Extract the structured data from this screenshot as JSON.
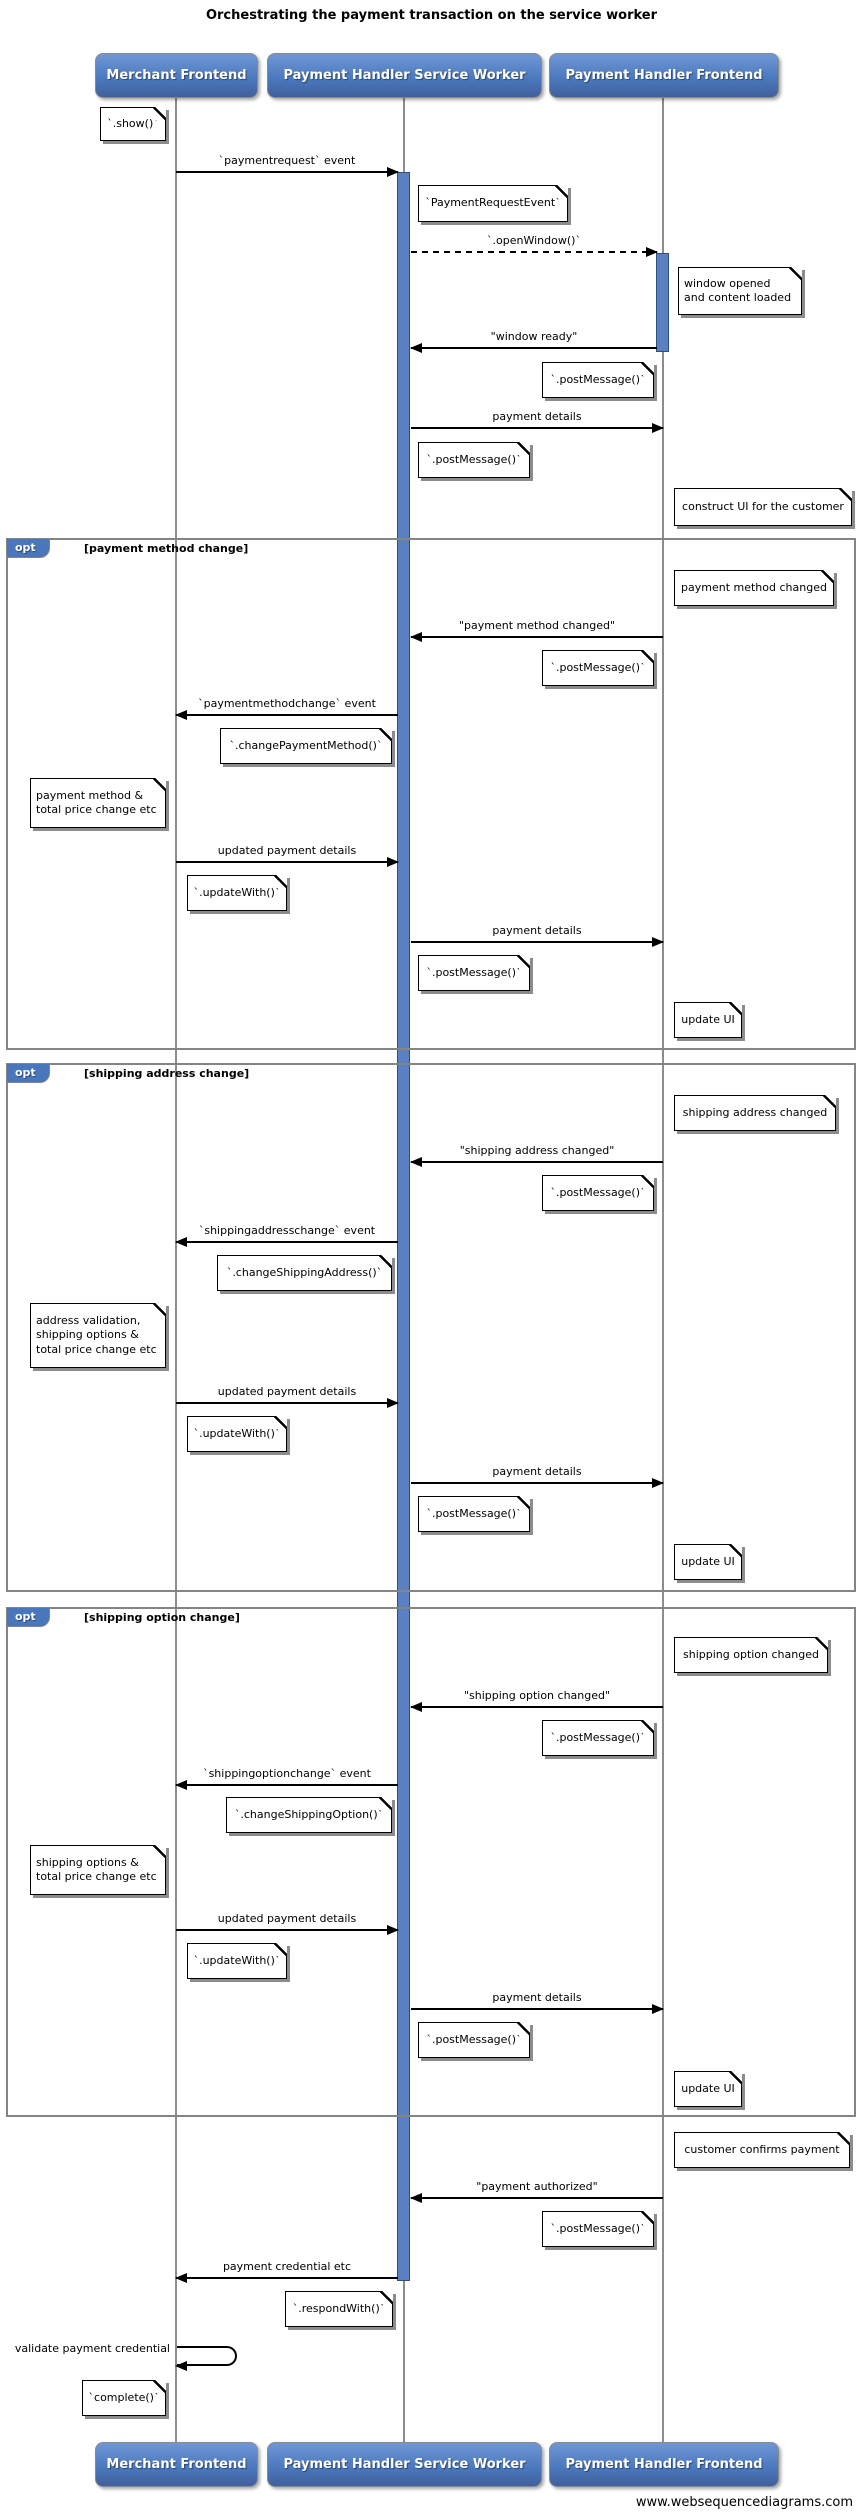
{
  "title": "Orchestrating the payment transaction on the service worker",
  "watermark": "www.websequencediagrams.com",
  "participants": {
    "merchant": "Merchant Frontend",
    "worker": "Payment Handler Service Worker",
    "frontend": "Payment Handler Frontend"
  },
  "fragments": {
    "opt1": {
      "keyword": "opt",
      "condition": "[payment method change]"
    },
    "opt2": {
      "keyword": "opt",
      "condition": "[shipping address change]"
    },
    "opt3": {
      "keyword": "opt",
      "condition": "[shipping option change]"
    }
  },
  "messages": {
    "paymentrequest_event": "`paymentrequest` event",
    "open_window": "`.openWindow()`",
    "window_ready": "\"window ready\"",
    "payment_details": "payment details",
    "payment_method_changed": "\"payment method changed\"",
    "paymentmethodchange_event": "`paymentmethodchange` event",
    "updated_payment_details": "updated payment details",
    "shipping_address_changed": "\"shipping address changed\"",
    "shippingaddresschange_event": "`shippingaddresschange` event",
    "shipping_option_changed": "\"shipping option changed\"",
    "shippingoptionchange_event": "`shippingoptionchange` event",
    "payment_authorized": "\"payment authorized\"",
    "payment_credential": "payment credential etc",
    "validate_credential": "validate payment credential"
  },
  "notes": {
    "show": "`.show()`",
    "payment_request_event": "`PaymentRequestEvent`",
    "window_opened": "window opened\nand content loaded",
    "post_message": "`.postMessage()`",
    "construct_ui": "construct UI for the customer",
    "payment_method_changed": "payment method changed",
    "change_payment_method": "`.changePaymentMethod()`",
    "payment_method_total": "payment method &\ntotal price change etc",
    "update_with": "`.updateWith()`",
    "update_ui": "update UI",
    "shipping_address_changed": "shipping address changed",
    "change_shipping_address": "`.changeShippingAddress()`",
    "address_validation": "address validation,\nshipping options &\ntotal price change etc",
    "shipping_option_changed": "shipping option changed",
    "change_shipping_option": "`.changeShippingOption()`",
    "shipping_options_total": "shipping options &\ntotal price change etc",
    "customer_confirms": "customer confirms payment",
    "respond_with": "`.respondWith()`",
    "complete": "`complete()`"
  },
  "colors": {
    "participant_fill": "#4a77bc",
    "activation_fill": "#5a80c2",
    "frame_border": "#848484",
    "note_fill": "#ffffff",
    "arrow": "#000000"
  }
}
